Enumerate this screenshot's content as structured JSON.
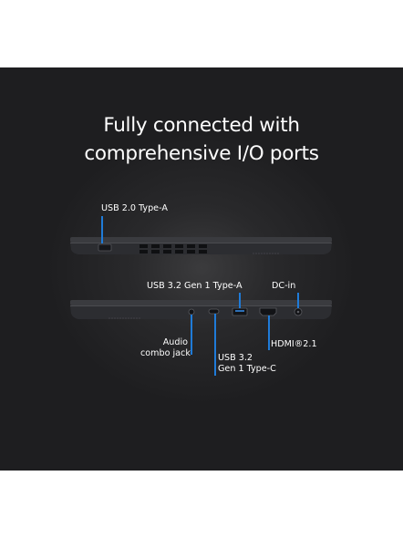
{
  "headline": {
    "line1": "Fully connected with",
    "line2": "comprehensive I/O ports"
  },
  "ports": {
    "usb2": "USB 2.0 Type-A",
    "usb32a": "USB 3.2 Gen 1 Type-A",
    "dcin": "DC-in",
    "audio_line1": "Audio",
    "audio_line2": "combo jack",
    "usb32c_line1": "USB 3.2",
    "usb32c_line2": "Gen 1 Type-C",
    "hdmi": "HDMI®2.1"
  },
  "colors": {
    "background": "#1e1e20",
    "text": "#ffffff",
    "leader": "#1f7bd8",
    "laptop_body": "#2f3034"
  }
}
